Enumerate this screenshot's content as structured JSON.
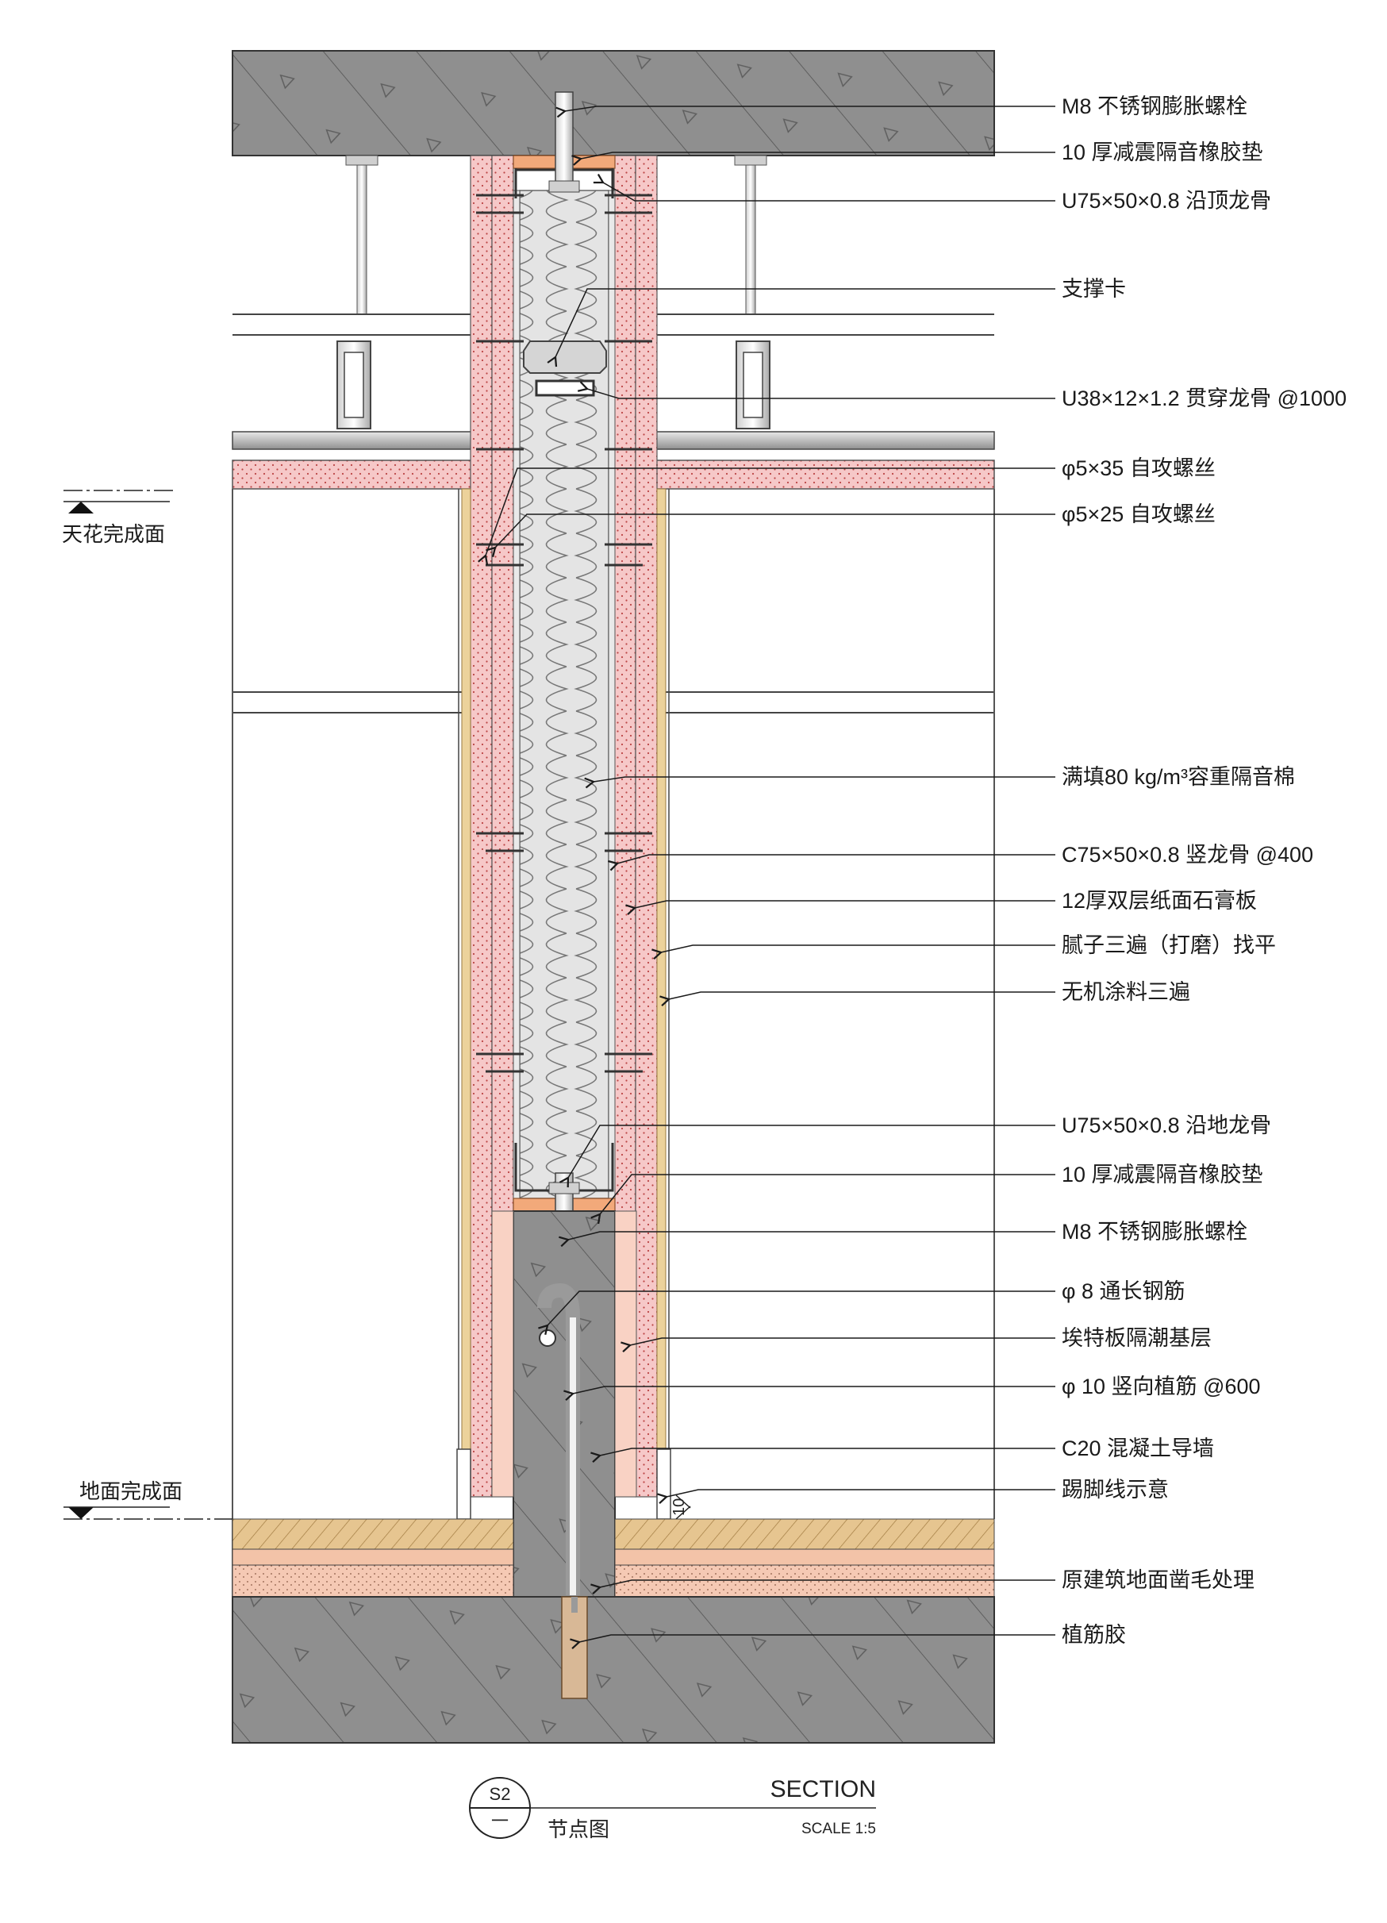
{
  "annotations": [
    "M8 不锈钢膨胀螺栓",
    "10 厚减震隔音橡胶垫",
    "U75×50×0.8 沿顶龙骨",
    "支撑卡",
    "U38×12×1.2 贯穿龙骨 @1000",
    "φ5×35 自攻螺丝",
    "φ5×25 自攻螺丝",
    "满填80 kg/m³容重隔音棉",
    "C75×50×0.8 竖龙骨 @400",
    "12厚双层纸面石膏板",
    "腻子三遍（打磨）找平",
    "无机涂料三遍",
    "U75×50×0.8 沿地龙骨",
    "10 厚减震隔音橡胶垫",
    "M8 不锈钢膨胀螺栓",
    "φ 8 通长钢筋",
    "埃特板隔潮基层",
    "φ 10 竖向植筋 @600",
    "C20 混凝土导墙",
    "踢脚线示意",
    "原建筑地面凿毛处理",
    "植筋胶"
  ],
  "levels": {
    "ceiling_finish": "天花完成面",
    "floor_finish": "地面完成面"
  },
  "dimension": "10",
  "title_block": {
    "sheet_number": "S2",
    "sheet_sub": "一",
    "name": "节点图",
    "section_label": "SECTION",
    "scale": "SCALE 1:5"
  },
  "colors": {
    "concrete": "#8f8f8f",
    "gypsum_board": "#f4c3c3",
    "insulation": "#dcdcdc",
    "timber_base": "#e8c48f",
    "rubber_pad": "#f2a97a",
    "leader_line": "#1a1a1a"
  }
}
